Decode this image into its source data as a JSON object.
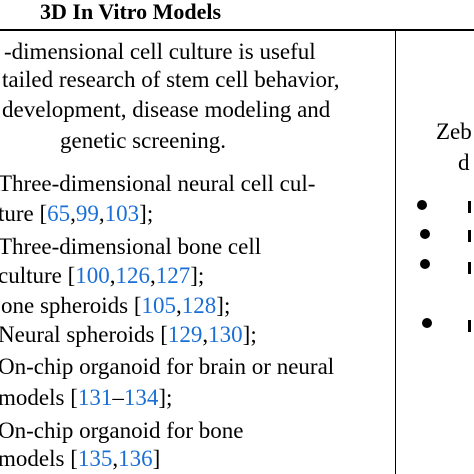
{
  "header": {
    "title": "3D In Vitro Models"
  },
  "intro": {
    "lines": [
      "-dimensional cell culture is useful",
      "tailed research of stem cell behavior,",
      "development, disease modeling and",
      "genetic screening."
    ]
  },
  "items": [
    {
      "lines": [
        {
          "text": "Three-dimensional neural cell cul-"
        },
        {
          "text": "ture [",
          "refs": [
            "65",
            "99",
            "103"
          ],
          "sep": [
            ",",
            ","
          ],
          "end": "];"
        }
      ]
    },
    {
      "lines": [
        {
          "text": "Three-dimensional     bone     cell"
        },
        {
          "text": "culture [",
          "refs": [
            "100",
            "126",
            "127"
          ],
          "sep": [
            ",",
            ","
          ],
          "end": "];"
        }
      ]
    },
    {
      "lines": [
        {
          "text": "one spheroids [",
          "refs": [
            "105",
            "128"
          ],
          "sep": [
            ","
          ],
          "end": "];"
        }
      ]
    },
    {
      "lines": [
        {
          "text": "Neural spheroids [",
          "refs": [
            "129",
            "130"
          ],
          "sep": [
            ","
          ],
          "end": "];"
        }
      ]
    },
    {
      "lines": [
        {
          "text": "On-chip organoid for brain or neural"
        },
        {
          "text": "models [",
          "refs": [
            "131",
            "134"
          ],
          "sep": [
            "–"
          ],
          "end": "];"
        }
      ]
    },
    {
      "lines": [
        {
          "text": "On-chip     organoid     for     bone"
        },
        {
          "text": "models [",
          "refs": [
            "135",
            "136"
          ],
          "sep": [
            ","
          ],
          "end": "]"
        }
      ]
    }
  ],
  "right_column": {
    "header_line1": "Zeb",
    "header_line2": "d"
  }
}
